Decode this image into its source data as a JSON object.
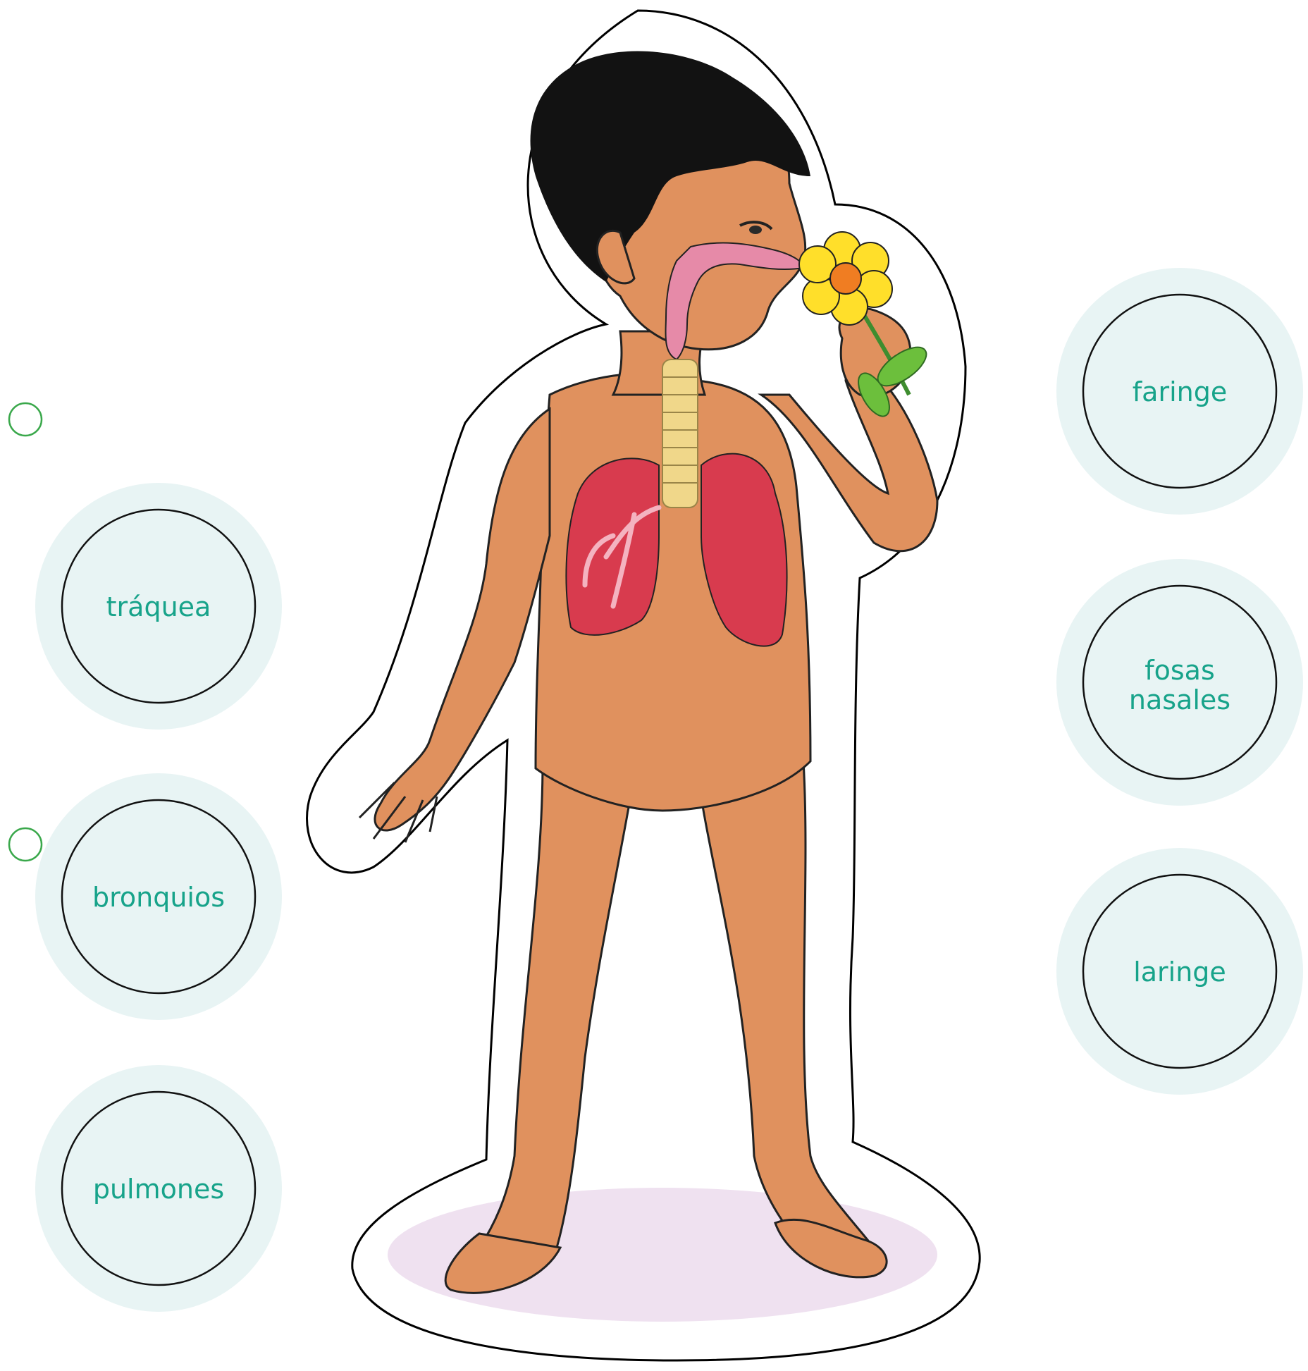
{
  "labels": {
    "traquea": "tráquea",
    "bronquios": "bronquios",
    "pulmones": "pulmones",
    "faringe": "faringe",
    "fosas_line1": "fosas",
    "fosas_line2": "nasales",
    "laringe": "laringe"
  },
  "colors": {
    "label_text": "#17a38a",
    "halo": "#e8f4f4",
    "skin": "#e0915e",
    "hair": "#121212",
    "lung": "#d83b4e",
    "trachea": "#f0d78a",
    "airway": "#e68aa8",
    "petal": "#ffdf2a",
    "flower_center": "#f07d22",
    "leaf": "#6cbf3c",
    "answer_ring": "#3aa84b"
  }
}
